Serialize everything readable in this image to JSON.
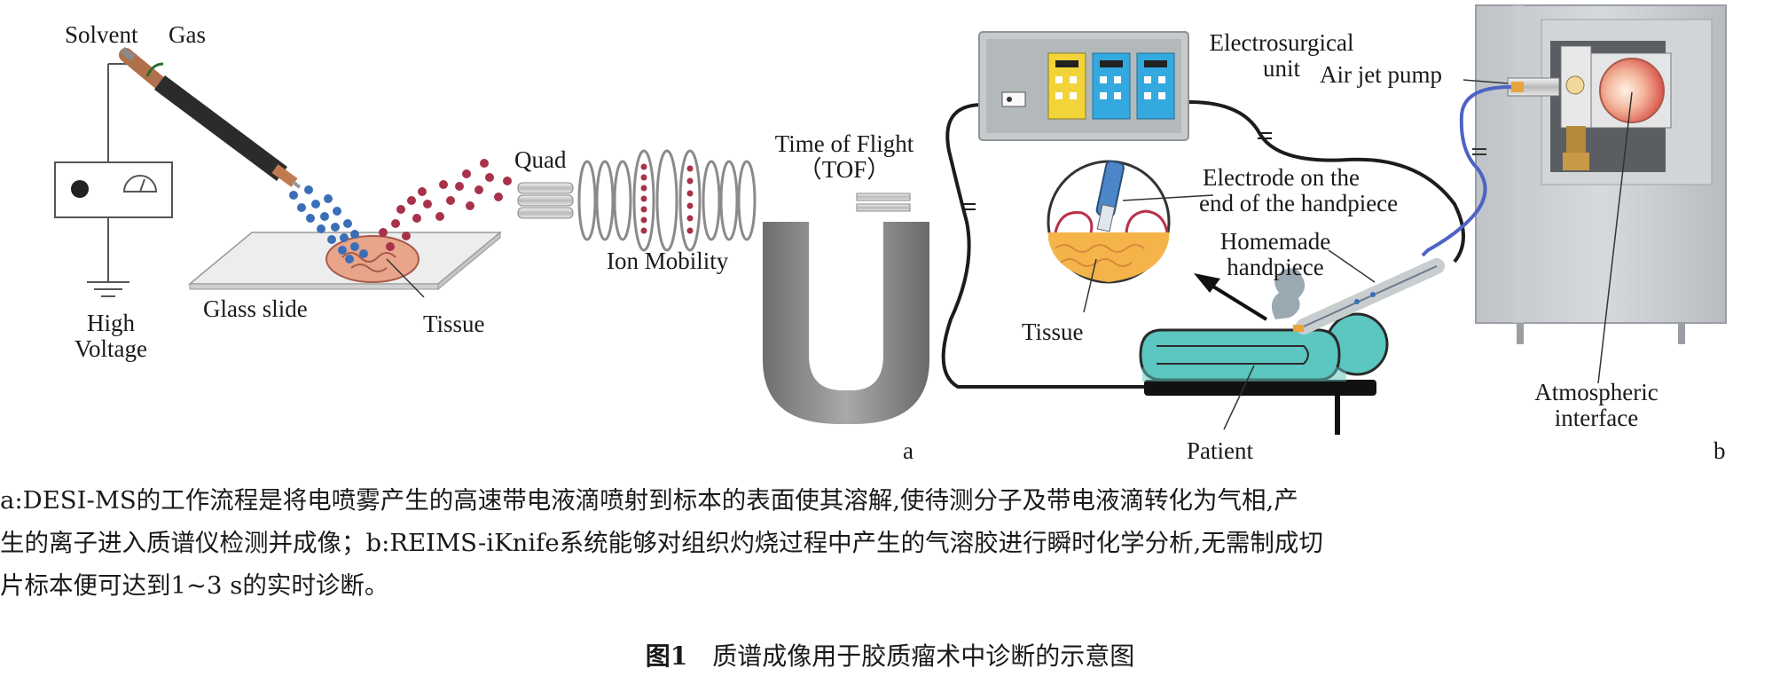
{
  "panel_a": {
    "solvent": "Solvent",
    "gas": "Gas",
    "high_voltage_1": "High",
    "high_voltage_2": "Voltage",
    "glass_slide": "Glass slide",
    "tissue": "Tissue",
    "quad": "Quad",
    "ion_mobility": "Ion Mobility",
    "tof_1": "Time of Flight",
    "tof_2": "（TOF）",
    "marker": "a"
  },
  "panel_b": {
    "electrosurgical_1": "Electrosurgical",
    "electrosurgical_2": "unit",
    "air_jet_pump": "Air jet pump",
    "electrode_1": "Electrode on the",
    "electrode_2": "end of the handpiece",
    "homemade_1": "Homemade",
    "homemade_2": "handpiece",
    "tissue": "Tissue",
    "patient": "Patient",
    "atmospheric_1": "Atmospheric",
    "atmospheric_2": "interface",
    "marker": "b"
  },
  "caption": {
    "line1": "a:DESI-MS的工作流程是将电喷雾产生的高速带电液滴喷射到标本的表面使其溶解,使待测分子及带电液滴转化为气相,产",
    "line2": "生的离子进入质谱仪检测并成像；b:REIMS-iKnife系统能够对组织灼烧过程中产生的气溶胶进行瞬时化学分析,无需制成切",
    "line3": "片标本便可达到1~3 s的实时诊断。"
  },
  "figure_title": {
    "number": "图1",
    "text": "质谱成像用于胶质瘤术中诊断的示意图"
  },
  "colors": {
    "blue_droplet": "#3a6fb8",
    "red_droplet": "#a8324a",
    "cable": "#1c1c1c",
    "panel_yellow": "#f2d43a",
    "panel_blue": "#33a9e0",
    "patient_teal": "#5cc6c0",
    "tissue_orange": "#f4b44a"
  }
}
